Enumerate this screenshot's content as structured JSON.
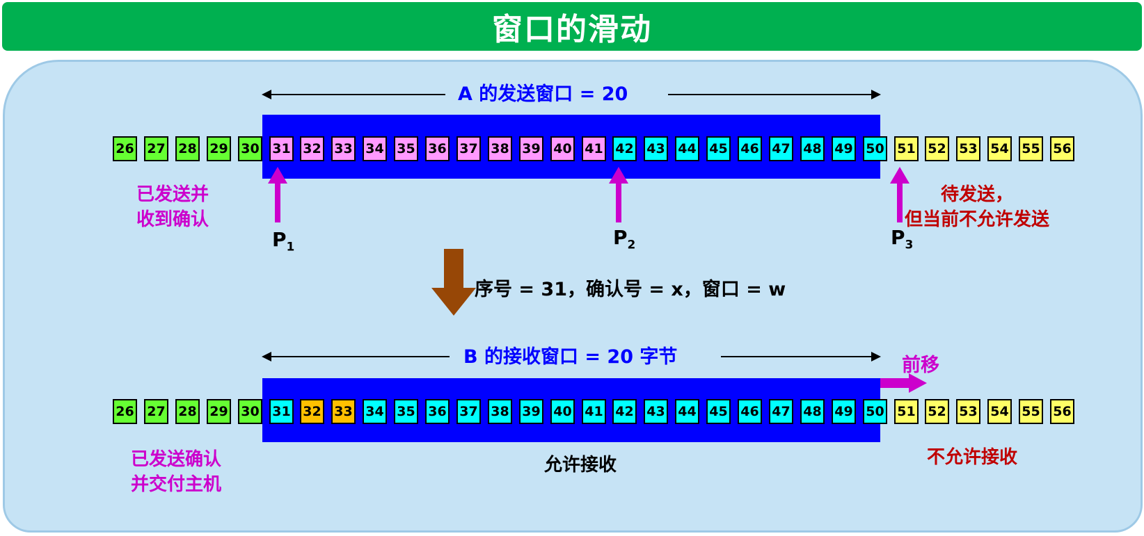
{
  "title": "窗口的滑动",
  "colors": {
    "title_bg": "#00b050",
    "panel_bg": "#c6e3f5",
    "window_bg": "#0000ff",
    "acked": "#66ff33",
    "sent_unacked": "#ff99ff",
    "sendable": "#00ffff",
    "not_allowed": "#ffff66",
    "received_out_of_order": "#ffc000",
    "pointer": "#cc00cc",
    "down_arrow": "#974706"
  },
  "sender": {
    "window_label": "A 的发送窗口 = 20",
    "cells": [
      {
        "n": "26",
        "state": "acked"
      },
      {
        "n": "27",
        "state": "acked"
      },
      {
        "n": "28",
        "state": "acked"
      },
      {
        "n": "29",
        "state": "acked"
      },
      {
        "n": "30",
        "state": "acked"
      },
      {
        "n": "31",
        "state": "sent_unacked"
      },
      {
        "n": "32",
        "state": "sent_unacked"
      },
      {
        "n": "33",
        "state": "sent_unacked"
      },
      {
        "n": "34",
        "state": "sent_unacked"
      },
      {
        "n": "35",
        "state": "sent_unacked"
      },
      {
        "n": "36",
        "state": "sent_unacked"
      },
      {
        "n": "37",
        "state": "sent_unacked"
      },
      {
        "n": "38",
        "state": "sent_unacked"
      },
      {
        "n": "39",
        "state": "sent_unacked"
      },
      {
        "n": "40",
        "state": "sent_unacked"
      },
      {
        "n": "41",
        "state": "sent_unacked"
      },
      {
        "n": "42",
        "state": "sendable"
      },
      {
        "n": "43",
        "state": "sendable"
      },
      {
        "n": "44",
        "state": "sendable"
      },
      {
        "n": "45",
        "state": "sendable"
      },
      {
        "n": "46",
        "state": "sendable"
      },
      {
        "n": "47",
        "state": "sendable"
      },
      {
        "n": "48",
        "state": "sendable"
      },
      {
        "n": "49",
        "state": "sendable"
      },
      {
        "n": "50",
        "state": "sendable"
      },
      {
        "n": "51",
        "state": "not_allowed"
      },
      {
        "n": "52",
        "state": "not_allowed"
      },
      {
        "n": "53",
        "state": "not_allowed"
      },
      {
        "n": "54",
        "state": "not_allowed"
      },
      {
        "n": "55",
        "state": "not_allowed"
      },
      {
        "n": "56",
        "state": "not_allowed"
      }
    ],
    "left_note_line1": "已发送并",
    "left_note_line2": "收到确认",
    "right_note_line1": "待发送，",
    "right_note_line2": "但当前不允许发送",
    "pointers": [
      {
        "letter": "P",
        "sub": "1"
      },
      {
        "letter": "P",
        "sub": "2"
      },
      {
        "letter": "P",
        "sub": "3"
      }
    ]
  },
  "segment_label": "序号 = 31，确认号 = x，窗口 = w",
  "receiver": {
    "window_label": "B 的接收窗口 = 20 字节",
    "forward_label": "前移",
    "cells": [
      {
        "n": "26",
        "state": "acked"
      },
      {
        "n": "27",
        "state": "acked"
      },
      {
        "n": "28",
        "state": "acked"
      },
      {
        "n": "29",
        "state": "acked"
      },
      {
        "n": "30",
        "state": "acked"
      },
      {
        "n": "31",
        "state": "sendable"
      },
      {
        "n": "32",
        "state": "received_out_of_order"
      },
      {
        "n": "33",
        "state": "received_out_of_order"
      },
      {
        "n": "34",
        "state": "sendable"
      },
      {
        "n": "35",
        "state": "sendable"
      },
      {
        "n": "36",
        "state": "sendable"
      },
      {
        "n": "37",
        "state": "sendable"
      },
      {
        "n": "38",
        "state": "sendable"
      },
      {
        "n": "39",
        "state": "sendable"
      },
      {
        "n": "40",
        "state": "sendable"
      },
      {
        "n": "41",
        "state": "sendable"
      },
      {
        "n": "42",
        "state": "sendable"
      },
      {
        "n": "43",
        "state": "sendable"
      },
      {
        "n": "44",
        "state": "sendable"
      },
      {
        "n": "45",
        "state": "sendable"
      },
      {
        "n": "46",
        "state": "sendable"
      },
      {
        "n": "47",
        "state": "sendable"
      },
      {
        "n": "48",
        "state": "sendable"
      },
      {
        "n": "49",
        "state": "sendable"
      },
      {
        "n": "50",
        "state": "sendable"
      },
      {
        "n": "51",
        "state": "not_allowed"
      },
      {
        "n": "52",
        "state": "not_allowed"
      },
      {
        "n": "53",
        "state": "not_allowed"
      },
      {
        "n": "54",
        "state": "not_allowed"
      },
      {
        "n": "55",
        "state": "not_allowed"
      },
      {
        "n": "56",
        "state": "not_allowed"
      }
    ],
    "left_note_line1": "已发送确认",
    "left_note_line2": "并交付主机",
    "center_note": "允许接收",
    "right_note": "不允许接收"
  }
}
